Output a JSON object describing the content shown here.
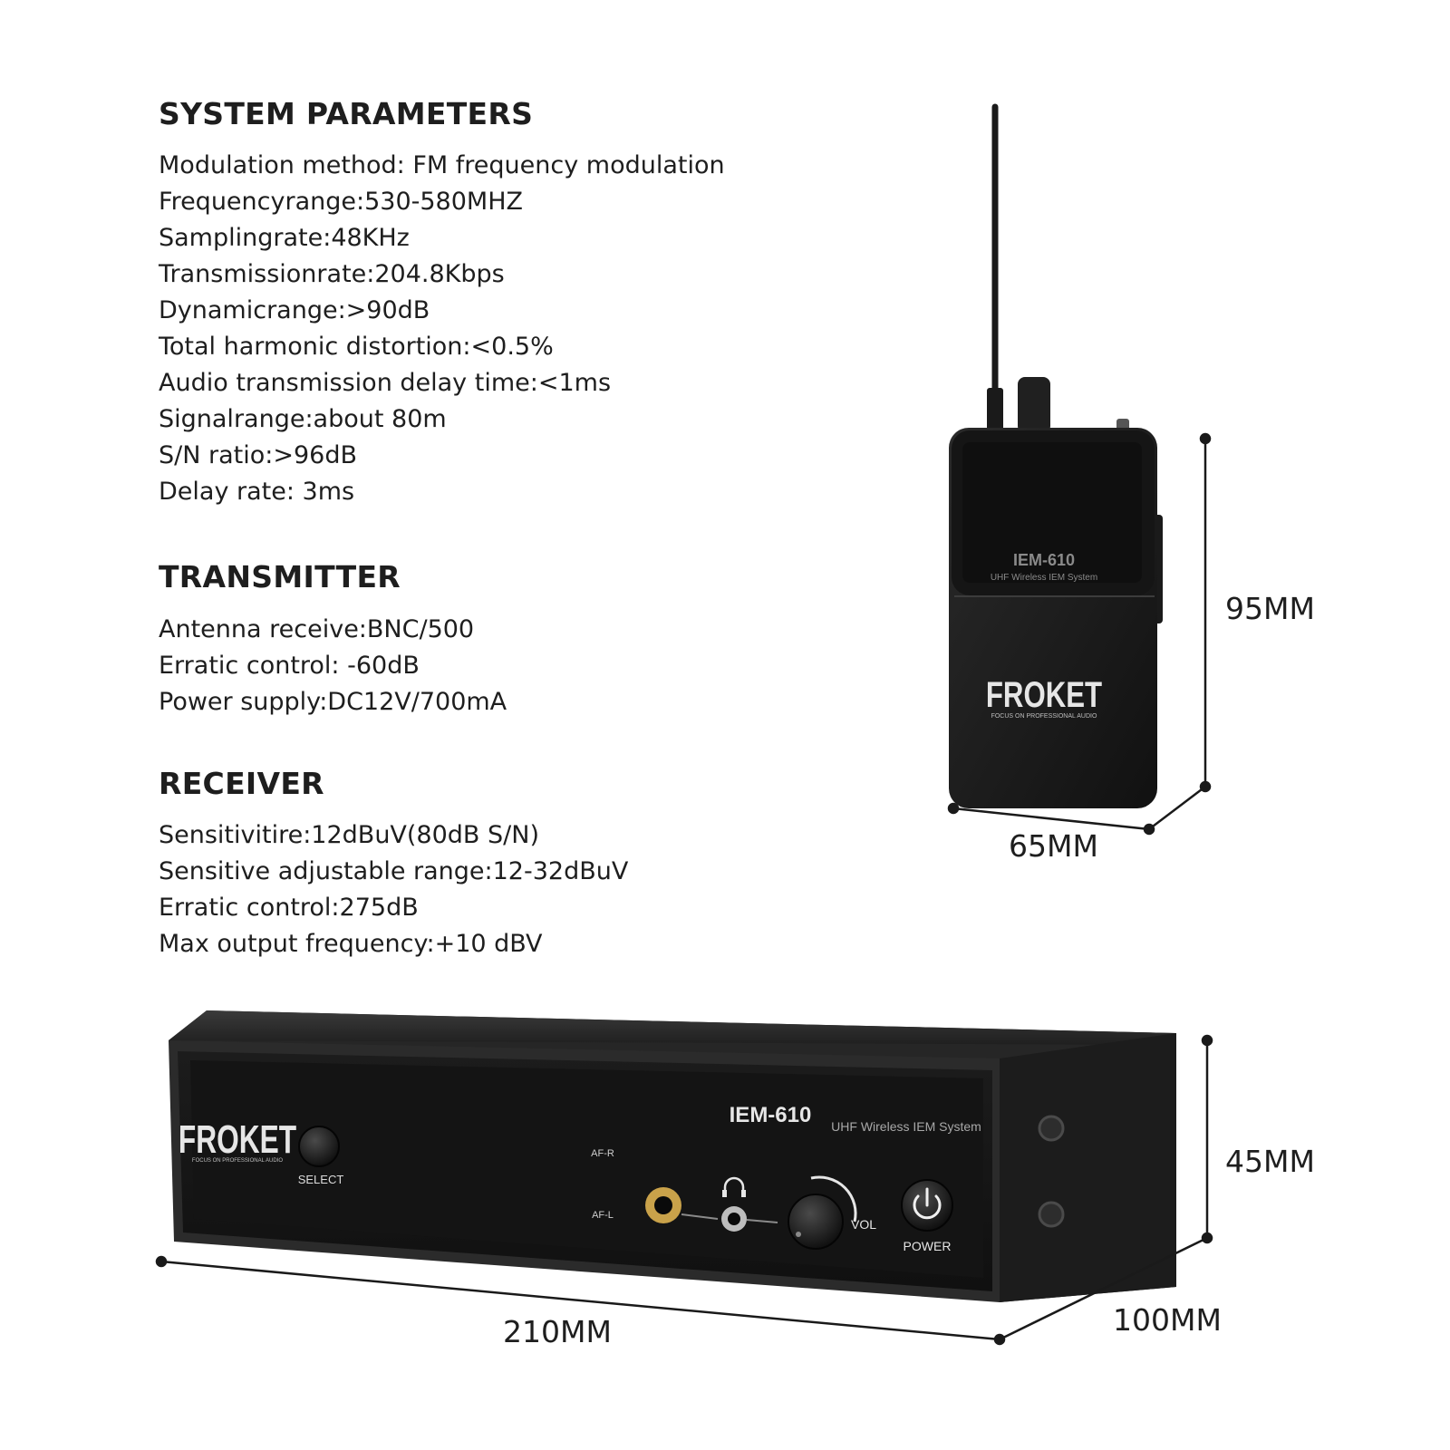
{
  "sections": {
    "system": {
      "title": "SYSTEM PARAMETERS",
      "items": [
        "Modulation method: FM frequency modulation",
        "Frequencyrange:530-580MHZ",
        "Samplingrate:48KHz",
        "Transmissionrate:204.8Kbps",
        "Dynamicrange:>90dB",
        "Total harmonic distortion:<0.5%",
        "Audio transmission delay time:<1ms",
        "Signalrange:about 80m",
        "S/N ratio:>96dB",
        "Delay rate: 3ms"
      ]
    },
    "transmitter": {
      "title": "TRANSMITTER",
      "items": [
        "Antenna receive:BNC/500",
        "Erratic control: -60dB",
        "Power supply:DC12V/700mA"
      ]
    },
    "receiver": {
      "title": "RECEIVER",
      "items": [
        "Sensitivitire:12dBuV(80dB S/N)",
        "Sensitive adjustable range:12-32dBuV",
        "Erratic control:275dB",
        "Max output frequency:+10 dBV"
      ]
    }
  },
  "dimensions": {
    "pack_height": "95MM",
    "pack_width": "65MM",
    "unit_height": "45MM",
    "unit_depth": "100MM",
    "unit_width": "210MM"
  },
  "bodypack": {
    "model": "IEM-610",
    "subtitle": "UHF Wireless IEM System",
    "brand": "FROKET",
    "tagline": "FOCUS ON PROFESSIONAL AUDIO"
  },
  "rack_unit": {
    "brand": "FROKET",
    "tagline": "FOCUS ON PROFESSIONAL AUDIO",
    "model": "IEM-610",
    "subtitle": "UHF Wireless IEM System",
    "select_label": "SELECT",
    "af_r_label": "AF-R",
    "af_l_label": "AF-L",
    "vol_label": "VOL",
    "power_label": "POWER"
  },
  "icons": {
    "headphone": "headphone-icon",
    "power": "power-icon"
  },
  "colors": {
    "device_body": "#1b1b1b",
    "text": "#1e1e1e",
    "jack_gold": "#c9a24a"
  }
}
